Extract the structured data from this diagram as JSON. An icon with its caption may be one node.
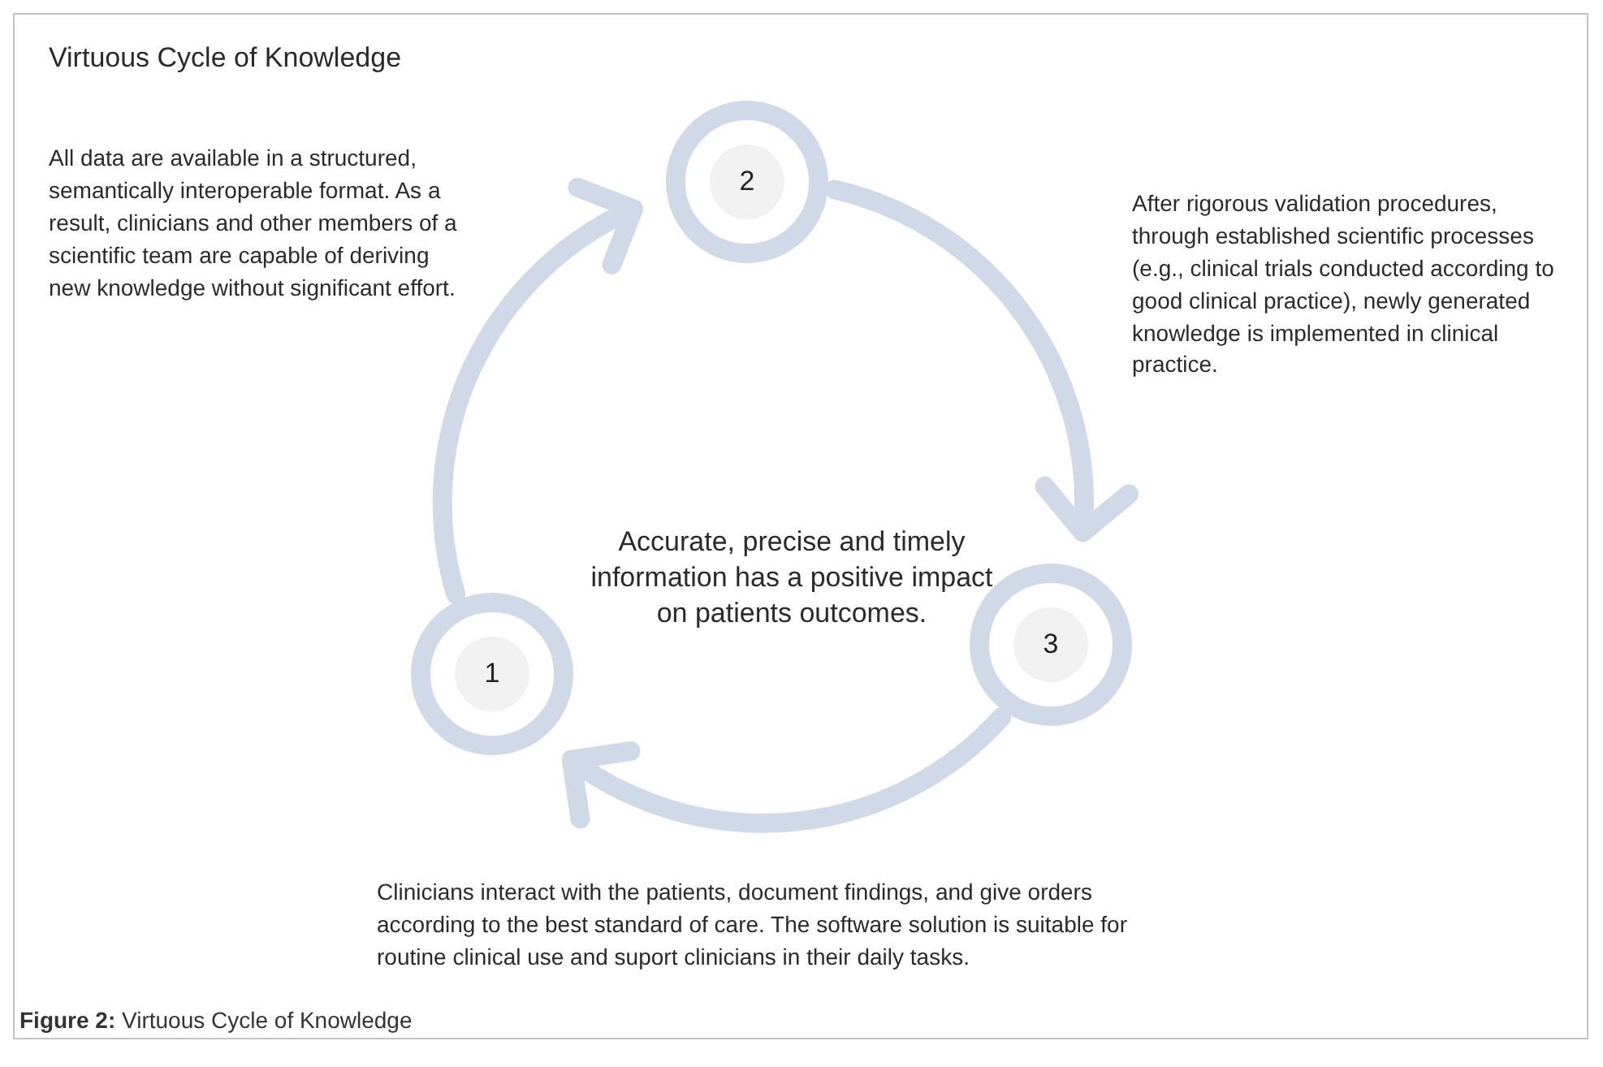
{
  "diagram": {
    "title": "Virtuous Cycle of Knowledge",
    "caption": "**Figure 2:** Virtuous Cycle of Knowledge",
    "nodes": [
      {
        "text": [
          "1"
        ]
      },
      {
        "text": [
          "2"
        ]
      },
      {
        "text": [
          "3"
        ]
      }
    ],
    "edges": [
      {
        "from": 0,
        "to": 1,
        "arrow": "to"
      },
      {
        "from": 1,
        "to": 2,
        "arrow": "to"
      },
      {
        "from": 2,
        "to": 0,
        "arrow": "to"
      }
    ],
    "labels": [
      "All data are available in a structured, semantically interoperable format. As a result, clinicians and other members of a scientific team are capable of deriving new knowledge without significant effort.",
      "After rigorous validation procedures, through established scientific processes (e.g., clinical trials conducted according to good clinical practice), newly generated knowledge is implemented in clinical practice.",
      "Accurate, precise and timely information has a positive impact on patients outcomes.",
      "Clinicians interact with the patients, document findings, and give orders according to the best standard of care. The software solution is suitable for routine clinical use and suport clinicians in their daily tasks."
    ]
  }
}
